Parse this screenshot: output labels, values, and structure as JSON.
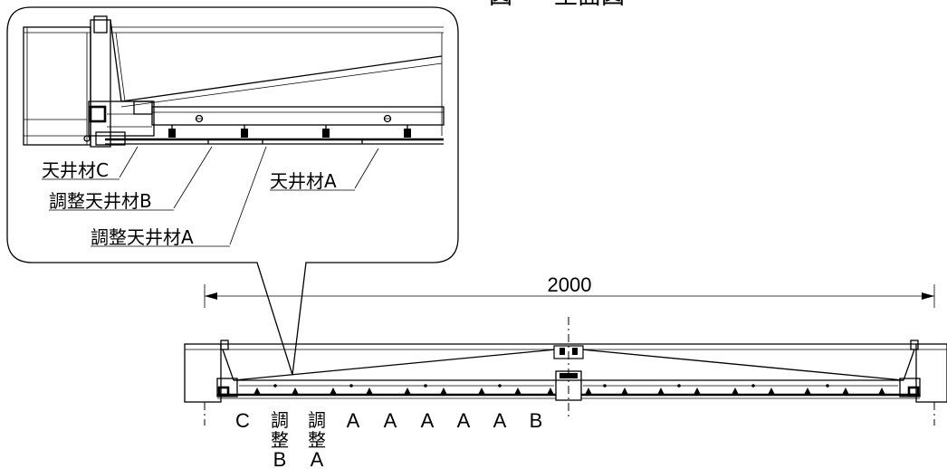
{
  "figure": {
    "header_left": "図",
    "header_right": "王面図"
  },
  "callout": {
    "label_c": "天井材C",
    "label_adj_b": "調整天井材B",
    "label_adj_a": "調整天井材A",
    "label_a": "天井材A"
  },
  "dimension": {
    "total": "2000"
  },
  "panel_labels": {
    "c": "C",
    "adj_top_1": "調",
    "adj_mid_1": "整",
    "adj_bot_1": "B",
    "adj_top_2": "調",
    "adj_mid_2": "整",
    "adj_bot_2": "A",
    "a1": "A",
    "a2": "A",
    "a3": "A",
    "a4": "A",
    "a5": "A",
    "b": "B"
  }
}
